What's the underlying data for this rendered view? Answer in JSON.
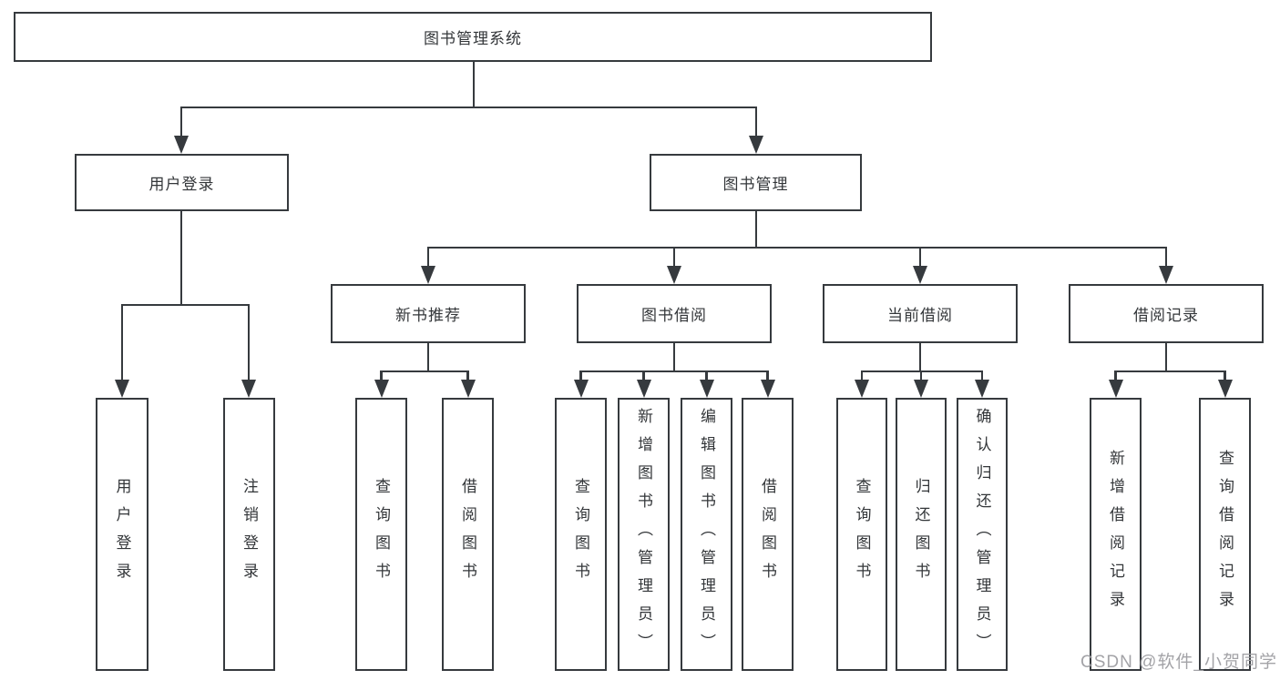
{
  "diagram": {
    "title": "图书管理系统",
    "root": {
      "label": "图书管理系统"
    },
    "branches": [
      {
        "label": "用户登录",
        "children": [
          {
            "label": "用户登录"
          },
          {
            "label": "注销登录"
          }
        ]
      },
      {
        "label": "图书管理",
        "children": [
          {
            "label": "新书推荐",
            "children": [
              {
                "label": "查询图书"
              },
              {
                "label": "借阅图书"
              }
            ]
          },
          {
            "label": "图书借阅",
            "children": [
              {
                "label": "查询图书"
              },
              {
                "label": "新增图书（管理员）"
              },
              {
                "label": "编辑图书（管理员）"
              },
              {
                "label": "借阅图书"
              }
            ]
          },
          {
            "label": "当前借阅",
            "children": [
              {
                "label": "查询图书"
              },
              {
                "label": "归还图书"
              },
              {
                "label": "确认归还（管理员）"
              }
            ]
          },
          {
            "label": "借阅记录",
            "children": [
              {
                "label": "新增借阅记录"
              },
              {
                "label": "查询借阅记录"
              }
            ]
          }
        ]
      }
    ]
  },
  "watermark": {
    "text": "CSDN @软件_小贺同学"
  },
  "colors": {
    "line": "#363a3e",
    "text": "#333639",
    "watermark": "#9e9ea2",
    "background": "#ffffff"
  }
}
